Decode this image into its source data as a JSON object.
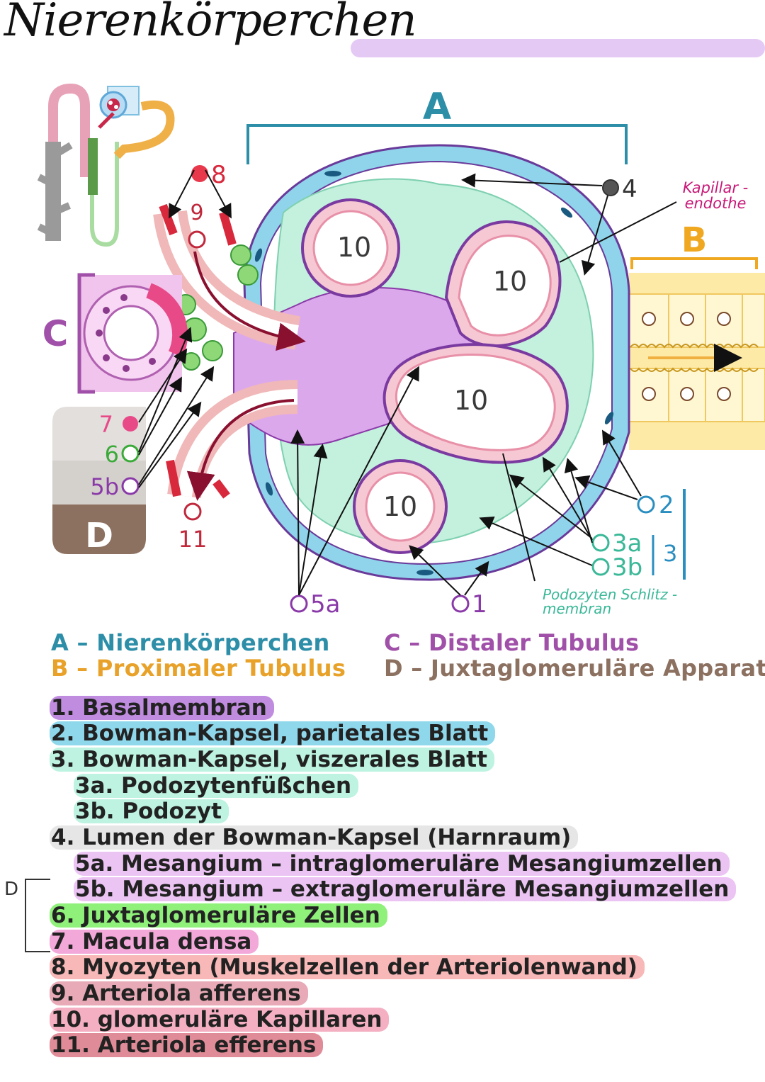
{
  "title": "Nierenkörperchen",
  "colors": {
    "purple": "#a050c0",
    "capsule_blue": "#8fd8ec",
    "podocyte": "#b8ecd8",
    "capillary": "#f3b8c4",
    "mesangium": "#dca8ec",
    "juxta_green": "#7fd86a",
    "proximal": "#fde9a8",
    "arteriole_red": "#d8283c"
  },
  "diagram_labels": {
    "A": "A",
    "B": "B",
    "C": "C",
    "D": "D",
    "n8": "8",
    "n9": "9",
    "n4": "4",
    "n10": "10",
    "n7": "7",
    "n6": "6",
    "n5b": "5b",
    "n11": "11",
    "n5a": "5a",
    "n1": "1",
    "n2": "2",
    "n3a": "3a",
    "n3b": "3b",
    "n3": "3",
    "kapillar_line1": "Kapillar -",
    "kapillar_line2": "endothe",
    "podo_line1": "Podozyten Schlitz -",
    "podo_line2": "membran"
  },
  "legend": {
    "A": "A – Nierenkörperchen",
    "B": "B – Proximaler Tubulus",
    "C": "C – Distaler Tubulus",
    "D": "D – Juxtaglomeruläre Apparat"
  },
  "items": [
    {
      "text": "1. Basalmembran",
      "color": "#c08ce0"
    },
    {
      "text": "2. Bowman-Kapsel, parietales Blatt",
      "color": "#8fd8ec"
    },
    {
      "text": "3. Bowman-Kapsel, viszerales Blatt",
      "color": "#bdf3e0"
    },
    {
      "text": "3a. Podozytenfüßchen",
      "color": "#bdf3e0"
    },
    {
      "text": "3b. Podozyt",
      "color": "#bdf3e0"
    },
    {
      "text": "4. Lumen der Bowman-Kapsel (Harnraum)",
      "color": "#e6e6e6"
    },
    {
      "text": "5a. Mesangium – intraglomeruläre Mesangiumzellen",
      "color": "#ecc4f4"
    },
    {
      "text": "5b. Mesangium – extraglomeruläre Mesangiumzellen",
      "color": "#ecc4f4"
    },
    {
      "text": "6. Juxtaglomeruläre Zellen",
      "color": "#8ff07a"
    },
    {
      "text": "7. Macula densa",
      "color": "#f2a8d8"
    },
    {
      "text": "8. Myozyten (Muskelzellen der Arteriolenwand)",
      "color": "#f8b8b8"
    },
    {
      "text": "9. Arteriola afferens",
      "color": "#e8aab6"
    },
    {
      "text": "10. glomeruläre Kapillaren",
      "color": "#f4b0c2"
    },
    {
      "text": "11. Arteriola efferens",
      "color": "#e08c98"
    }
  ],
  "d_bracket_label": "D"
}
